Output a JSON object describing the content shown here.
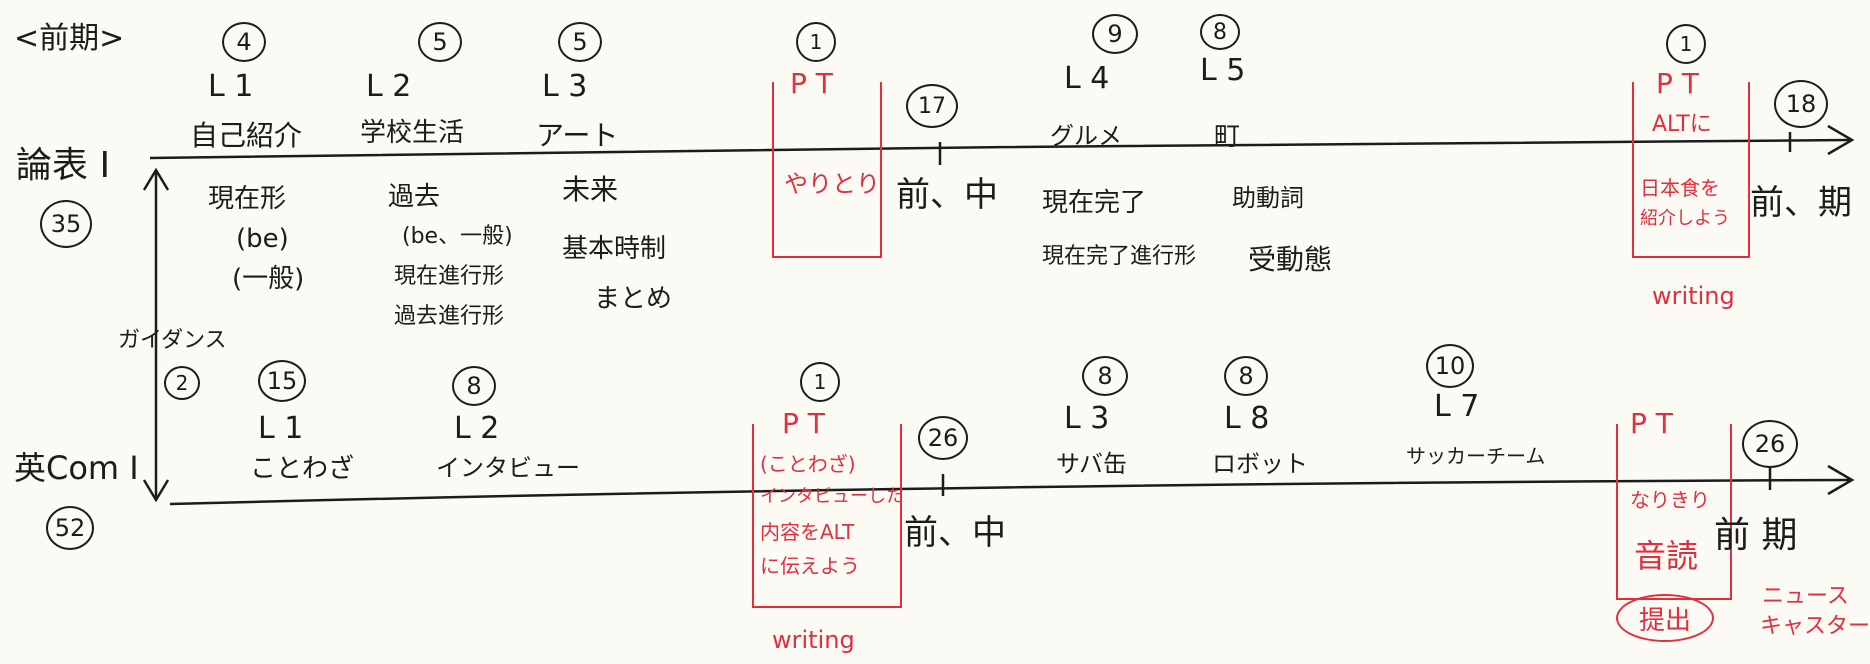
{
  "header": "<前期>",
  "colors": {
    "ink": "#1c1c1c",
    "red": "#e0303e"
  },
  "guidance": {
    "label": "ガイダンス",
    "count": "2"
  },
  "row1": {
    "subject": "論表 I",
    "total": "35",
    "lessons": [
      {
        "count": "4",
        "lesson": "L 1",
        "title": "自己紹介",
        "grammar": [
          "現在形",
          "(be)",
          "(一般)"
        ]
      },
      {
        "count": "5",
        "lesson": "L 2",
        "title": "学校生活",
        "grammar": [
          "過去",
          "(be、一般)",
          "現在進行形",
          "過去進行形"
        ]
      },
      {
        "count": "5",
        "lesson": "L 3",
        "title": "アート",
        "grammar": [
          "未来",
          "基本時制",
          "まとめ"
        ]
      }
    ],
    "pt1": {
      "count": "1",
      "label": "P T",
      "body": "やりとり"
    },
    "mid": {
      "count": "17",
      "label": "前、中"
    },
    "lessons2": [
      {
        "count": "9",
        "lesson": "L 4",
        "title": "グルメ",
        "grammar": [
          "現在完了",
          "現在完了進行形"
        ]
      },
      {
        "count": "8",
        "lesson": "L 5",
        "title": "町",
        "grammar": [
          "助動詞",
          "受動態"
        ]
      }
    ],
    "pt2": {
      "count": "1",
      "label": "P T",
      "sub": "ALTに",
      "body": [
        "日本食を",
        "紹介しよう"
      ],
      "note": "writing"
    },
    "end": {
      "count": "18",
      "label": "前、期"
    }
  },
  "row2": {
    "subject": "英Com I",
    "total": "52",
    "lessons": [
      {
        "count": "15",
        "lesson": "L 1",
        "title": "ことわざ"
      },
      {
        "count": "8",
        "lesson": "L 2",
        "title": "インタビュー"
      }
    ],
    "pt1": {
      "count": "1",
      "label": "P T",
      "body": [
        "(ことわざ)",
        "インタビューした",
        "内容をALT",
        "に伝えよう"
      ],
      "note": "writing"
    },
    "mid": {
      "count": "26",
      "label": "前、中"
    },
    "lessons2": [
      {
        "count": "8",
        "lesson": "L 3",
        "title": "サバ缶"
      },
      {
        "count": "8",
        "lesson": "L 8",
        "title": "ロボット"
      },
      {
        "count": "10",
        "lesson": "L 7",
        "title": "サッカーチーム"
      }
    ],
    "pt2": {
      "count": "",
      "label": "P T",
      "sub": "なりきり",
      "body": "音読",
      "stamp": "提出",
      "note": [
        "ニュース",
        "キャスター"
      ]
    },
    "end": {
      "count": "26",
      "label": "前 期"
    }
  }
}
